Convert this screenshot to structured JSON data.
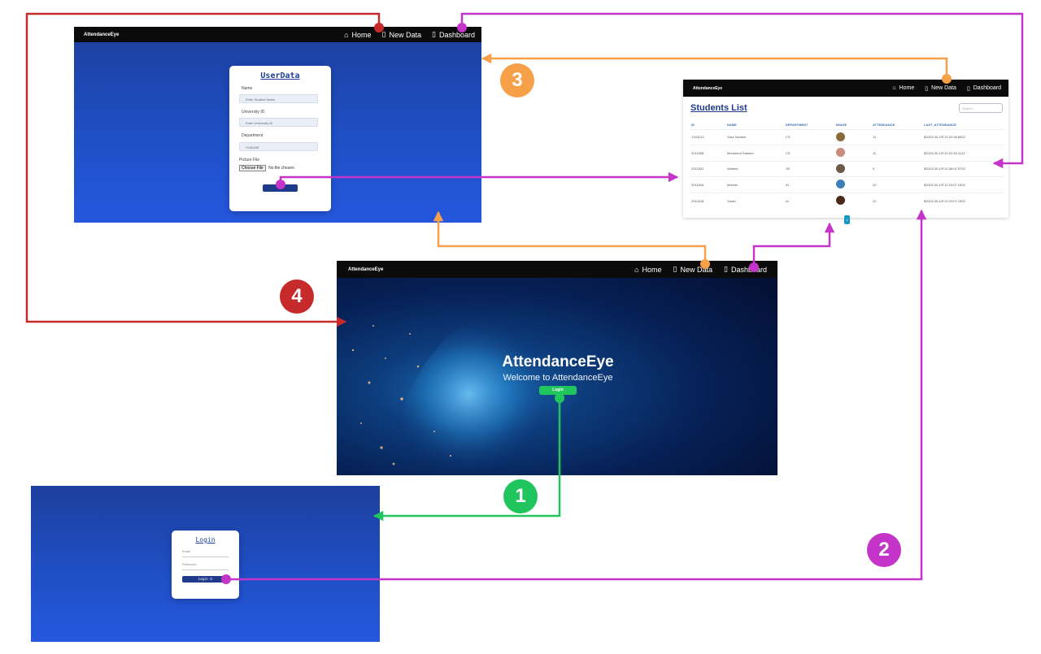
{
  "user_data_page": {
    "brand": "AttendanceEye",
    "nav": {
      "home": "Home",
      "new_data": "New Data",
      "dashboard": "Dashboard"
    },
    "title": "UserData",
    "fields": [
      {
        "label": "Name",
        "placeholder": "Enter Student Name"
      },
      {
        "label": "University ID",
        "placeholder": "Enter University ID"
      },
      {
        "label": "Department",
        "value": "CUAUSE"
      }
    ],
    "picture_label": "Picture File",
    "choose_file": "Choose File",
    "no_file": "No file chosen",
    "submit_label": ""
  },
  "students_page": {
    "brand": "AttendanceEye",
    "nav": {
      "home": "Home",
      "new_data": "New Data",
      "dashboard": "Dashboard"
    },
    "title": "Students List",
    "search_placeholder": "Search...",
    "columns": [
      "ID",
      "NAME",
      "DEPARTMENT",
      "IMAGE",
      "ATTENDANCE",
      "LAST_ATTENDANCE"
    ],
    "rows": [
      {
        "id": "1343212",
        "name": "Sara Sameer",
        "department": "CS",
        "attendance": "11",
        "last": "$2023-05-19T10:22:38.890Z",
        "avatar_color": "#8a6a3a"
      },
      {
        "id": "2011808",
        "name": "Mohamed Sameer",
        "department": "CS",
        "attendance": "11",
        "last": "$2023-05-19T10:22:36.411Z",
        "avatar_color": "#c98b7b"
      },
      {
        "id": "2011822",
        "name": "Waleed",
        "department": "SE",
        "attendance": "9",
        "last": "$2023-05-19T10:38:01.570Z",
        "avatar_color": "#6b5a4a"
      },
      {
        "id": "2011816",
        "name": "Mohsin",
        "department": "AI",
        "attendance": "20",
        "last": "$2023-05-19T12:23:07.150Z",
        "avatar_color": "#3c7fb8"
      },
      {
        "id": "2011818",
        "name": "Sarah",
        "department": "AI",
        "attendance": "20",
        "last": "$2023-05-19T12:23:07.150Z",
        "avatar_color": "#4a2a1a"
      }
    ],
    "page_number": "1"
  },
  "home_page": {
    "brand": "AttendanceEye",
    "nav": {
      "home": "Home",
      "new_data": "New Data",
      "dashboard": "Dashboard"
    },
    "hero_title": "AttendanceEye",
    "hero_subtitle": "Welcome to AttendanceEye",
    "login_button": "Login"
  },
  "login_page": {
    "title": "Login",
    "email_placeholder": "Email",
    "password_placeholder": "Password",
    "login_button": "Login"
  },
  "steps": [
    {
      "number": "1",
      "color": "#21c55d"
    },
    {
      "number": "2",
      "color": "#c534c9"
    },
    {
      "number": "3",
      "color": "#f7a04a"
    },
    {
      "number": "4",
      "color": "#c62a2a"
    }
  ],
  "colors": {
    "red": "#c62a2a",
    "magenta": "#c534c9",
    "orange": "#f7a04a",
    "green": "#21c55d",
    "navy": "#1f3a8a"
  }
}
